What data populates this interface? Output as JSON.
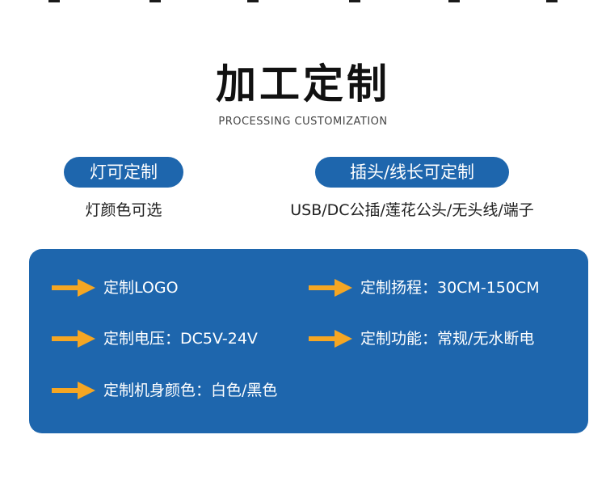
{
  "header": {
    "title": "加工定制",
    "subtitle": "PROCESSING CUSTOMIZATION"
  },
  "options": {
    "light": {
      "badge": "灯可定制",
      "text": "灯颜色可选"
    },
    "plug": {
      "badge": "插头/线长可定制",
      "text": "USB/DC公插/莲花公头/无头线/端子"
    }
  },
  "features": [
    {
      "text": "定制LOGO",
      "icon": "arrow-right-icon"
    },
    {
      "text": "定制扬程：30CM-150CM",
      "icon": "arrow-right-icon"
    },
    {
      "text": "定制电压：DC5V-24V",
      "icon": "arrow-right-icon"
    },
    {
      "text": "定制功能：常规/无水断电",
      "icon": "arrow-right-icon"
    },
    {
      "text": "定制机身颜色：白色/黑色",
      "icon": "arrow-right-icon"
    }
  ],
  "colors": {
    "accent_blue": "#1e66ad",
    "arrow_orange": "#f5a623",
    "title_text": "#111111"
  }
}
